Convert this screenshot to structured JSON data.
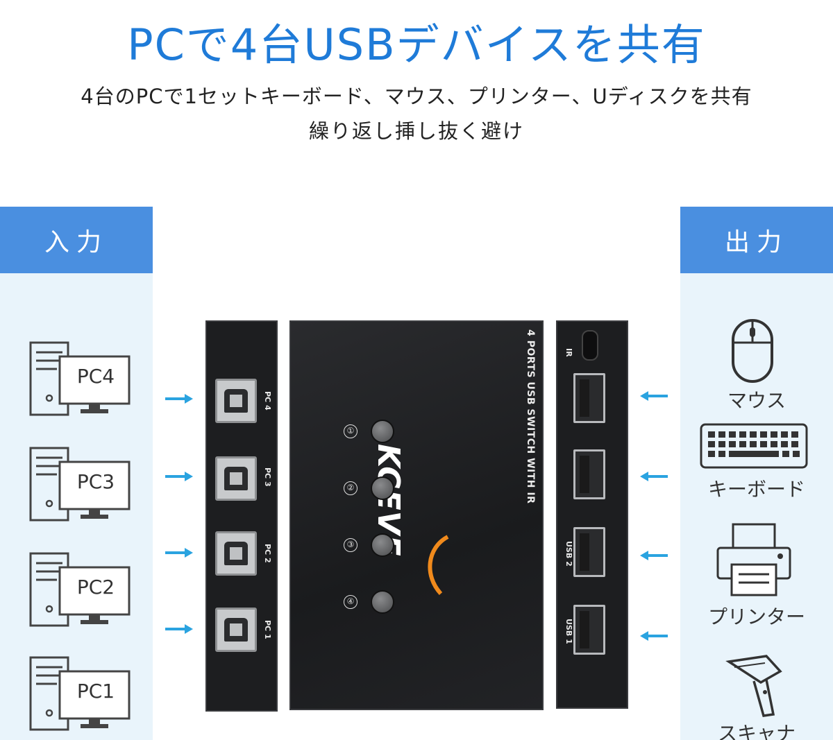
{
  "header": {
    "title": "PCで4台USBデバイスを共有",
    "subtitle": "4台のPCで1セットキーボード、マウス、プリンター、Uディスクを共有",
    "subtitle2": "繰り返し挿し抜く避け"
  },
  "input_panel": {
    "label": "入力",
    "pcs": [
      "PC4",
      "PC3",
      "PC2",
      "PC1"
    ]
  },
  "output_panel": {
    "label": "出力",
    "devices": [
      {
        "label": "マウス",
        "icon": "mouse-icon"
      },
      {
        "label": "キーボード",
        "icon": "keyboard-icon"
      },
      {
        "label": "プリンター",
        "icon": "printer-icon"
      },
      {
        "label": "スキャナ",
        "icon": "scanner-icon"
      }
    ]
  },
  "device": {
    "brand": "KCEVE",
    "model": "4 PORTS USB SWITCH WITH IR",
    "ir_label": "IR",
    "input_ports": [
      "PC 4",
      "PC 3",
      "PC 2",
      "PC 1"
    ],
    "output_ports": [
      "USB 2",
      "USB 1"
    ],
    "buttons": [
      "①",
      "②",
      "③",
      "④"
    ]
  },
  "colors": {
    "title": "#1f7bd8",
    "panel_head": "#4a8fe0",
    "panel_bg": "#e9f4fb",
    "arrow": "#2aa3e0",
    "device": "#1d1e20"
  }
}
